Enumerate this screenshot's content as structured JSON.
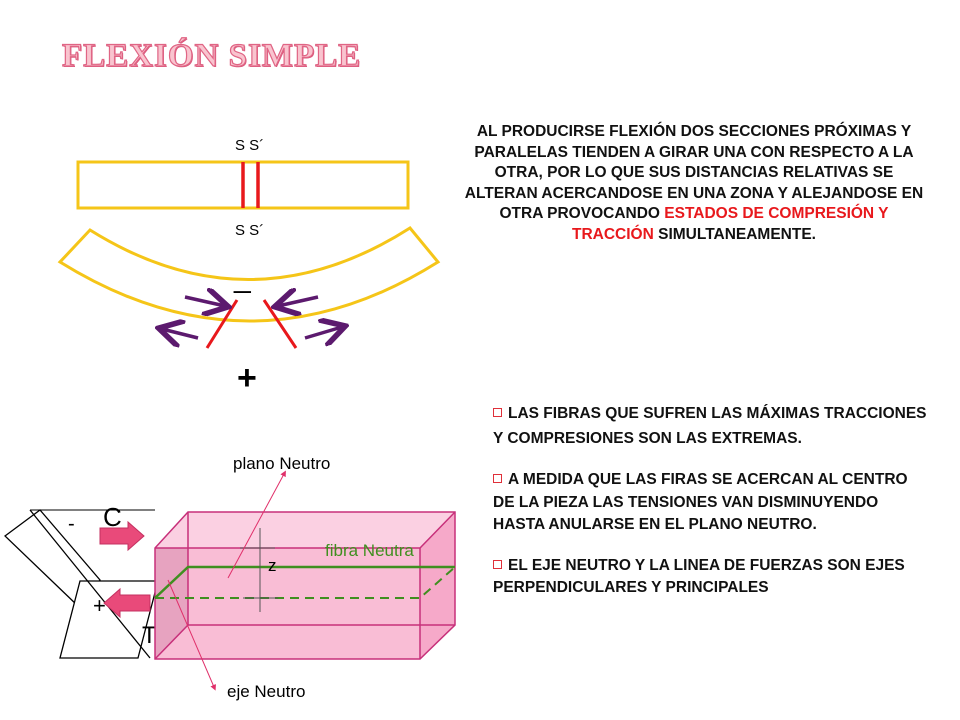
{
  "title": "FLEXIÓN SIMPLE",
  "paragraph": {
    "normal": "AL PRODUCIRSE FLEXIÓN DOS SECCIONES PRÓXIMAS Y PARALELAS TIENDEN A GIRAR UNA CON RESPECTO A LA OTRA, POR LO QUE SUS DISTANCIAS RELATIVAS SE ALTERAN ACERCANDOSE EN UNA ZONA  Y ALEJANDOSE EN OTRA PROVOCANDO",
    "highlight": "ESTADOS  DE COMPRESIÓN Y TRACCIÓN",
    "end": "SIMULTANEAMENTE."
  },
  "bullets": [
    "LAS FIBRAS QUE SUFREN LAS MÁXIMAS TRACCIONES Y COMPRESIONES  SON LAS EXTREMAS.",
    "A MEDIDA QUE LAS FIRAS SE ACERCAN AL CENTRO DE LA PIEZA LAS TENSIONES VAN DISMINUYENDO  HASTA ANULARSE EN EL PLANO NEUTRO.",
    "EL EJE NEUTRO Y LA LINEA DE FUERZAS SON EJES PERPENDICULARES Y PRINCIPALES"
  ],
  "diagram": {
    "top_section_label": "S  S´",
    "bottom_section_label": "S  S´",
    "minus_sign": "_",
    "plus_sign": "+",
    "plano_neutro": "plano Neutro",
    "fibra_neutra": "fibra Neutra",
    "eje_neutro": "eje Neutro",
    "z_label": "z",
    "c_label": "C",
    "t_label": "T",
    "stress_minus": "-",
    "stress_plus": "+"
  },
  "colors": {
    "title_fill": "#f9c4cf",
    "title_stroke": "#e06585",
    "beam_outline": "#f5c518",
    "section_lines": "#e8181c",
    "arrows": "#5c1a6e",
    "prism_fill": "#f4a6c8",
    "prism_edge": "#c7307a",
    "neutral_fiber": "#3f8f1f",
    "force_arrows": "#e94a7a",
    "highlight_text": "#e8181c"
  }
}
